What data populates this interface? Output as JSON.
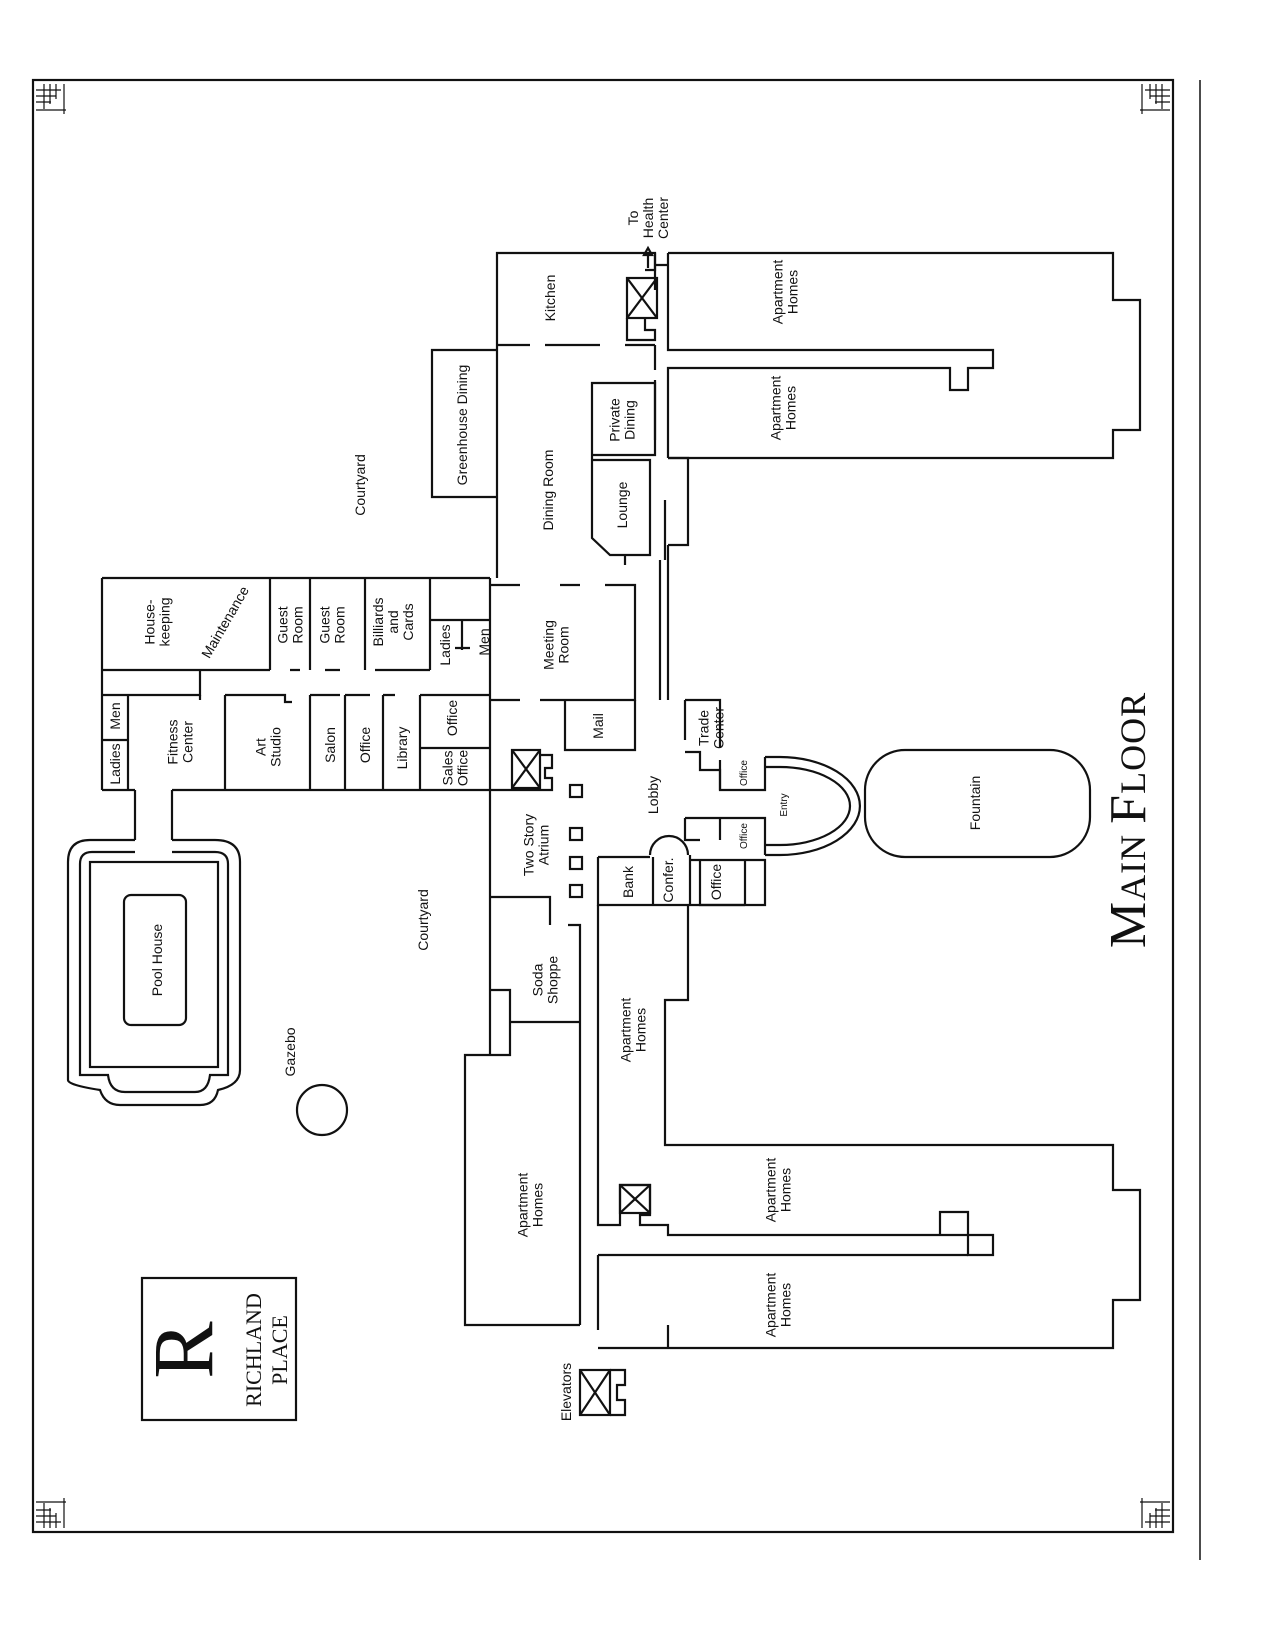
{
  "title": {
    "main": "M",
    "rest": "AIN ",
    "f": "F",
    "rest2": "LOOR"
  },
  "logo": {
    "letter": "R",
    "line1": "RICHLAND",
    "line2": "PLACE"
  },
  "rooms": {
    "housekeeping": [
      "House-",
      "keeping"
    ],
    "maintenance": "Maintenance",
    "guest_room_1": [
      "Guest",
      "Room"
    ],
    "guest_room_2": [
      "Guest",
      "Room"
    ],
    "billiards": [
      "Billiards",
      "and",
      "Cards"
    ],
    "ladies_1": "Ladies",
    "men_1": "Men",
    "men_2": "Men",
    "ladies_2": "Ladies",
    "fitness": [
      "Fitness",
      "Center"
    ],
    "art_studio": [
      "Art",
      "Studio"
    ],
    "salon": "Salon",
    "office_1": "Office",
    "library": "Library",
    "office_2": "Office",
    "sales_office": [
      "Sales",
      "Office"
    ],
    "pool_house": "Pool House",
    "gazebo": "Gazebo",
    "courtyard_1": "Courtyard",
    "courtyard_2": "Courtyard",
    "greenhouse": "Greenhouse Dining",
    "kitchen": "Kitchen",
    "dining_room": "Dining Room",
    "private_dining": [
      "Private",
      "Dining"
    ],
    "lounge": "Lounge",
    "meeting_room": [
      "Meeting",
      "Room"
    ],
    "mail": "Mail",
    "trade_center": [
      "Trade",
      "Center"
    ],
    "office_3": "Office",
    "office_4": "Office",
    "entry": "Entry",
    "lobby": "Lobby",
    "atrium": [
      "Two Story",
      "Atrium"
    ],
    "bank": "Bank",
    "confer": "Confer.",
    "office_5": "Office",
    "soda_shoppe": [
      "Soda",
      "Shoppe"
    ],
    "fountain": "Fountain",
    "to_health": [
      "To",
      "Health",
      "Center"
    ],
    "apt_1": [
      "Apartment",
      "Homes"
    ],
    "apt_2": [
      "Apartment",
      "Homes"
    ],
    "apt_3": [
      "Apartment",
      "Homes"
    ],
    "apt_4": [
      "Apartment",
      "Homes"
    ],
    "apt_5": [
      "Apartment",
      "Homes"
    ],
    "apt_6": [
      "Apartment",
      "Homes"
    ],
    "elevators": "Elevators"
  }
}
